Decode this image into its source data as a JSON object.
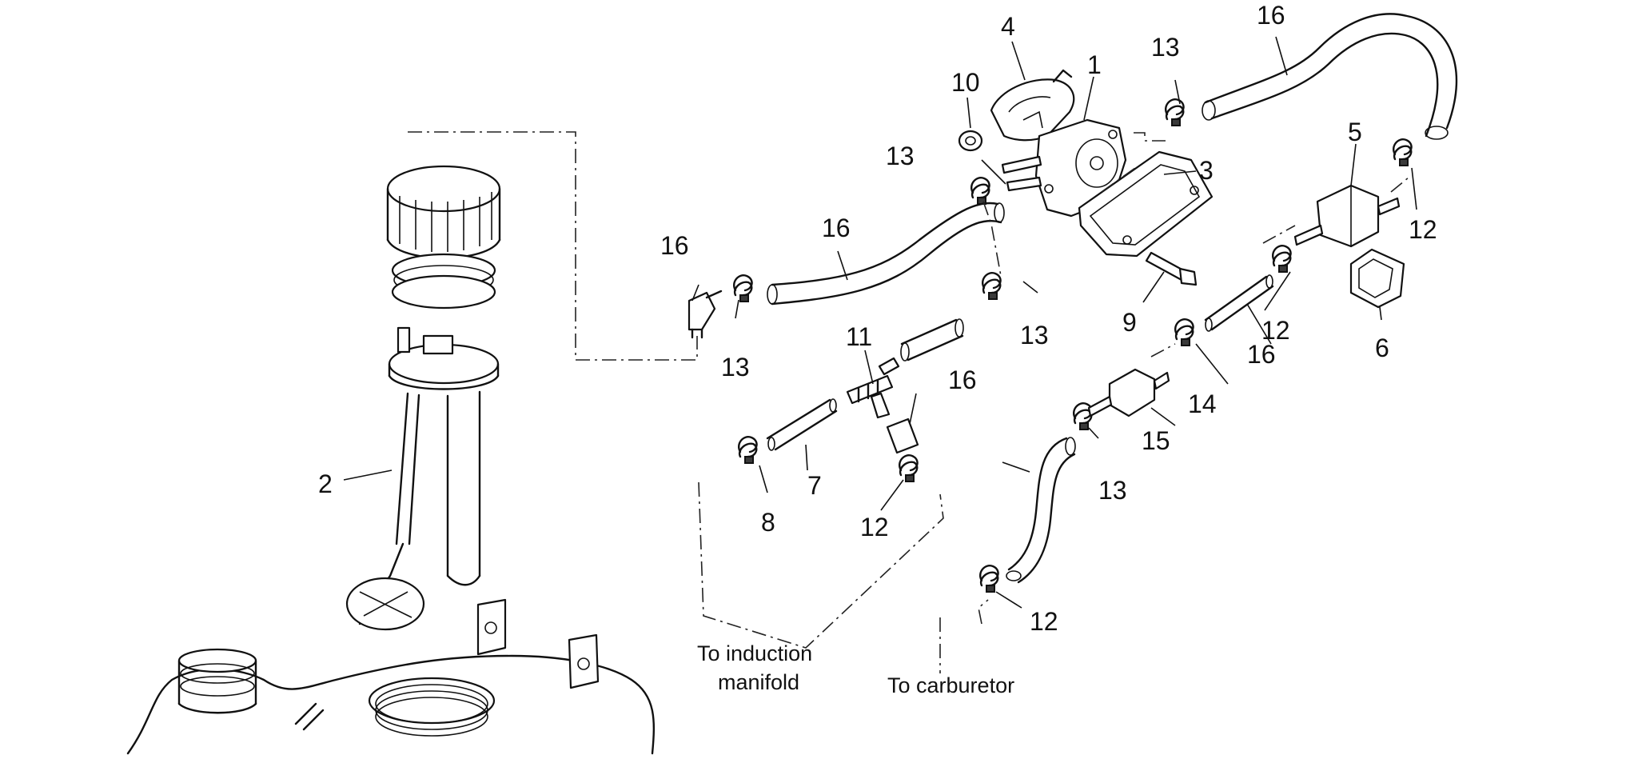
{
  "callouts": [
    {
      "id": "c1",
      "label": "1"
    },
    {
      "id": "c2",
      "label": "2"
    },
    {
      "id": "c3",
      "label": "3"
    },
    {
      "id": "c4",
      "label": "4"
    },
    {
      "id": "c5",
      "label": "5"
    },
    {
      "id": "c6",
      "label": "6"
    },
    {
      "id": "c7",
      "label": "7"
    },
    {
      "id": "c8",
      "label": "8"
    },
    {
      "id": "c9",
      "label": "9"
    },
    {
      "id": "c10",
      "label": "10"
    },
    {
      "id": "c11",
      "label": "11"
    },
    {
      "id": "c12a",
      "label": "12"
    },
    {
      "id": "c12b",
      "label": "12"
    },
    {
      "id": "c12c",
      "label": "12"
    },
    {
      "id": "c12d",
      "label": "12"
    },
    {
      "id": "c13a",
      "label": "13"
    },
    {
      "id": "c13b",
      "label": "13"
    },
    {
      "id": "c13c",
      "label": "13"
    },
    {
      "id": "c13d",
      "label": "13"
    },
    {
      "id": "c13e",
      "label": "13"
    },
    {
      "id": "c14",
      "label": "14"
    },
    {
      "id": "c15",
      "label": "15"
    },
    {
      "id": "c16a",
      "label": "16"
    },
    {
      "id": "c16b",
      "label": "16"
    },
    {
      "id": "c16c",
      "label": "16"
    },
    {
      "id": "c16d",
      "label": "16"
    },
    {
      "id": "c16e",
      "label": "16"
    }
  ],
  "notes": {
    "induction_line1": "To induction",
    "induction_line2": "manifold",
    "carburetor": "To carburetor"
  }
}
